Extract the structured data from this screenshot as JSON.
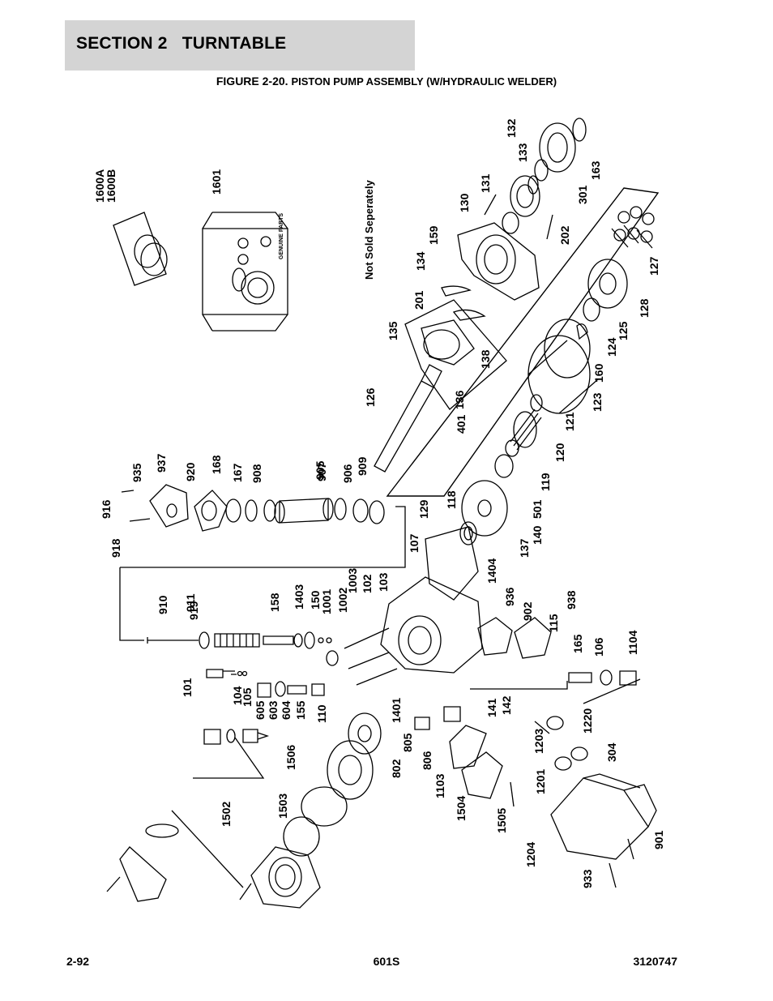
{
  "header": {
    "section": "SECTION 2",
    "title": "TURNTABLE"
  },
  "figure": {
    "number": "FIGURE 2-20.",
    "caption": "PISTON PUMP ASSEMBLY (W/HYDRAULIC WELDER)"
  },
  "diagram": {
    "note": "Not Sold Seperately",
    "kit_box_text": "GENUINE PARTS",
    "callouts": [
      "1600A",
      "1600B",
      "1601",
      "132",
      "133",
      "131",
      "130",
      "159",
      "301",
      "163",
      "202",
      "134",
      "201",
      "135",
      "138",
      "136",
      "401",
      "126",
      "127",
      "128",
      "125",
      "124",
      "160",
      "123",
      "121",
      "120",
      "119",
      "501",
      "118",
      "140",
      "137",
      "129",
      "107",
      "1404",
      "936",
      "902",
      "115",
      "938",
      "165",
      "106",
      "1104",
      "1220",
      "304",
      "1201",
      "1203",
      "1204",
      "933",
      "901",
      "935",
      "937",
      "920",
      "916",
      "918",
      "168",
      "167",
      "908",
      "905",
      "907",
      "906",
      "909",
      "910",
      "911",
      "919",
      "158",
      "1403",
      "150",
      "1001",
      "1002",
      "1003",
      "102",
      "103",
      "101",
      "104",
      "105",
      "605",
      "603",
      "604",
      "155",
      "110",
      "1401",
      "805",
      "802",
      "806",
      "141",
      "142",
      "1103",
      "1504",
      "1505",
      "1506",
      "1503",
      "1502"
    ]
  },
  "footer": {
    "page": "2-92",
    "model": "601S",
    "doc_number": "3120747"
  }
}
